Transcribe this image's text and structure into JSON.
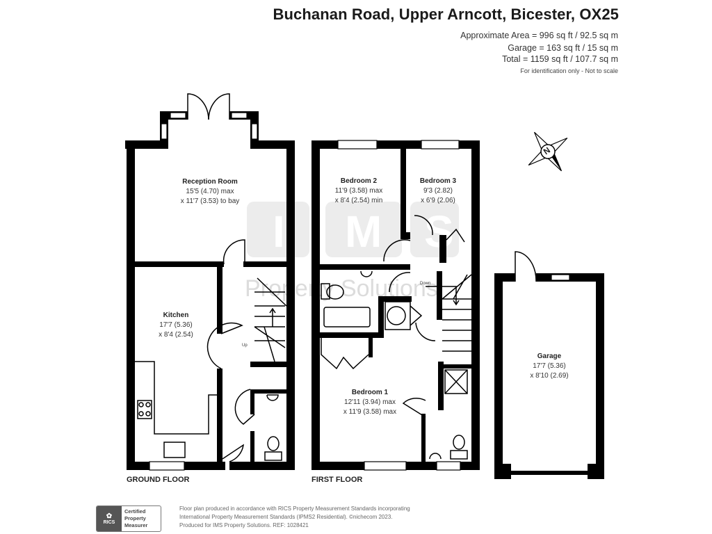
{
  "header": {
    "title": "Buchanan Road, Upper Arncott, Bicester, OX25",
    "approx_area": "Approximate Area = 996 sq ft / 92.5 sq m",
    "garage_area": "Garage = 163 sq ft / 15 sq m",
    "total_area": "Total = 1159 sq ft / 107.7 sq m",
    "disclaimer": "For identification only - Not to scale"
  },
  "watermark": {
    "letters": [
      "I",
      "M",
      "S"
    ],
    "text": "Property Solutions"
  },
  "compass": {
    "label": "N",
    "icon": "north-compass-icon"
  },
  "ground_floor": {
    "label": "GROUND FLOOR",
    "rooms": [
      {
        "name": "Reception Room",
        "dim1": "15'5 (4.70) max",
        "dim2": "x 11'7 (3.53) to bay"
      },
      {
        "name": "Kitchen",
        "dim1": "17'7 (5.36)",
        "dim2": "x 8'4 (2.54)"
      }
    ],
    "stairs_label": "Up"
  },
  "first_floor": {
    "label": "FIRST FLOOR",
    "rooms": [
      {
        "name": "Bedroom 2",
        "dim1": "11'9 (3.58) max",
        "dim2": "x 8'4 (2.54) min"
      },
      {
        "name": "Bedroom 3",
        "dim1": "9'3 (2.82)",
        "dim2": "x 6'9 (2.06)"
      },
      {
        "name": "Bedroom 1",
        "dim1": "12'11 (3.94) max",
        "dim2": "x 11'9 (3.58) max"
      }
    ],
    "stairs_label": "Down"
  },
  "garage": {
    "name": "Garage",
    "dim1": "17'7 (5.36)",
    "dim2": "x 8'10 (2.69)"
  },
  "footer": {
    "badge_org": "RICS",
    "badge_text": [
      "Certified",
      "Property",
      "Measurer"
    ],
    "line1": "Floor plan produced in accordance with RICS Property Measurement Standards incorporating",
    "line2": "International Property Measurement Standards (IPMS2 Residential).  ©nichecom 2023.",
    "line3": "Produced for IMS Property Solutions.   REF:  1028421"
  }
}
